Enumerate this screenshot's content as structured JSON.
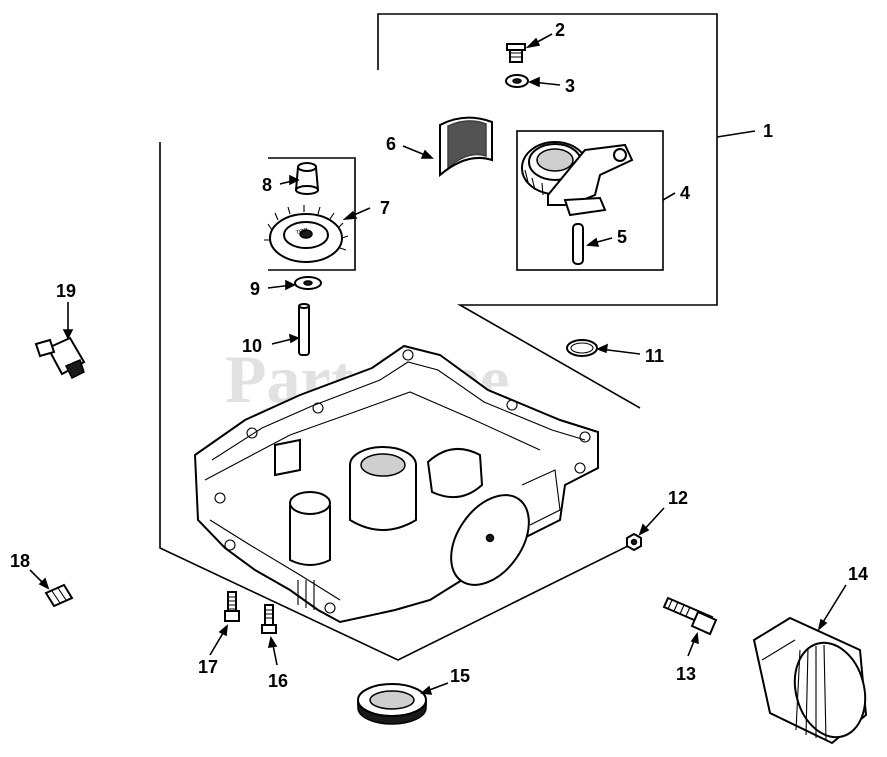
{
  "watermark": "PartsTree",
  "callouts": {
    "c1": "1",
    "c2": "2",
    "c3": "3",
    "c4": "4",
    "c5": "5",
    "c6": "6",
    "c7": "7",
    "c8": "8",
    "c9": "9",
    "c10": "10",
    "c11": "11",
    "c12": "12",
    "c13": "13",
    "c14": "14",
    "c15": "15",
    "c16": "16",
    "c17": "17",
    "c18": "18",
    "c19": "19"
  },
  "gear_marking": "TOP"
}
